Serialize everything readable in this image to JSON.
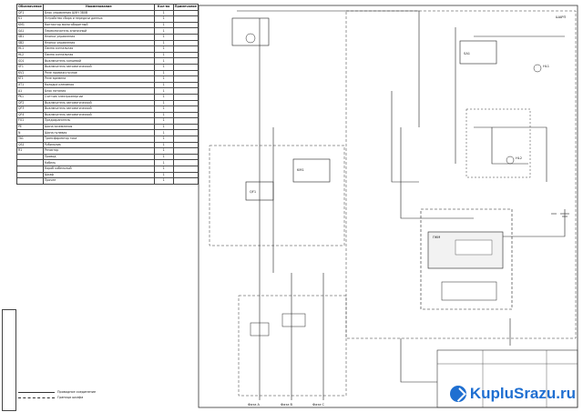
{
  "spec_table": {
    "headers": [
      "Обозначение",
      "Наименование",
      "Кол-во",
      "Примечание"
    ],
    "rows": [
      [
        "QF1",
        "Блок управления ШУН 380В",
        "1",
        ""
      ],
      [
        "K1",
        "Устройство сбора и передачи данных",
        "1",
        ""
      ],
      [
        "KM1",
        "Контактор малогабаритный",
        "1",
        ""
      ],
      [
        "SA1",
        "Переключатель кнопочный",
        "1",
        ""
      ],
      [
        "SB1",
        "Кнопка управления",
        "1",
        ""
      ],
      [
        "SB2",
        "Кнопка управления",
        "1",
        ""
      ],
      [
        "HL1",
        "Лампа сигнальная",
        "1",
        ""
      ],
      [
        "HL2",
        "Лампа сигнальная",
        "1",
        ""
      ],
      [
        "SQ1",
        "Выключатель концевой",
        "1",
        ""
      ],
      [
        "SF1",
        "Выключатель автоматический",
        "1",
        ""
      ],
      [
        "KV1",
        "Реле промежуточное",
        "1",
        ""
      ],
      [
        "KT1",
        "Реле времени",
        "1",
        ""
      ],
      [
        "XT1",
        "Колодка клеммная",
        "1",
        ""
      ],
      [
        "A1",
        "Блок питания",
        "1",
        ""
      ],
      [
        "PK1",
        "Счетчик электроэнергии",
        "1",
        ""
      ],
      [
        "QF2",
        "Выключатель автоматический",
        "1",
        ""
      ],
      [
        "QF3",
        "Выключатель автоматический",
        "1",
        ""
      ],
      [
        "QF4",
        "Выключатель автоматический",
        "1",
        ""
      ],
      [
        "FU1",
        "Предохранитель",
        "1",
        ""
      ],
      [
        "PE",
        "Шина заземления",
        "1",
        ""
      ],
      [
        "N",
        "Шина нулевая",
        "1",
        ""
      ],
      [
        "TA1",
        "Трансформатор тока",
        "1",
        ""
      ],
      [
        "QS1",
        "Рубильник",
        "1",
        ""
      ],
      [
        "R1",
        "Резистор",
        "1",
        ""
      ],
      [
        "",
        "Провод",
        "1",
        ""
      ],
      [
        "",
        "Кабель",
        "1",
        ""
      ],
      [
        "",
        "Короб кабельный",
        "1",
        ""
      ],
      [
        "",
        "Шкаф",
        "1",
        ""
      ],
      [
        "",
        "Прочее",
        "1",
        ""
      ]
    ]
  },
  "diagram": {
    "shk_label": "ШАРП",
    "labels": {
      "box1": "QF1",
      "box2": "KM1",
      "box3": "SA1",
      "meter": "ПКМ",
      "lamp1": "HL1",
      "lamp2": "HL2",
      "phase_a": "Фаза А",
      "phase_b": "Фаза В",
      "phase_c": "Фаза С"
    }
  },
  "legend": {
    "solid": "Проводное соединение",
    "dashed": "Граница шкафа"
  },
  "watermark": {
    "text": "KupluSrazu.ru"
  }
}
